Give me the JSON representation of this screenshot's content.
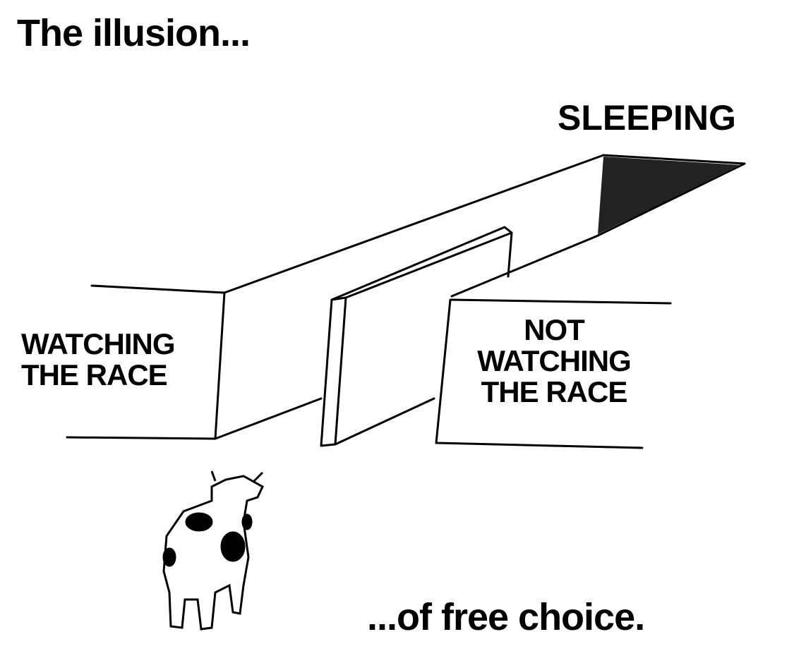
{
  "header": {
    "title": "The illusion..."
  },
  "labels": {
    "top_path": "SLEEPING",
    "left_path": "WATCHING THE RACE",
    "right_path": "NOT WATCHING THE RACE"
  },
  "footer": {
    "caption": "...of free choice."
  },
  "colors": {
    "background": "#ffffff",
    "ink": "#000000"
  }
}
